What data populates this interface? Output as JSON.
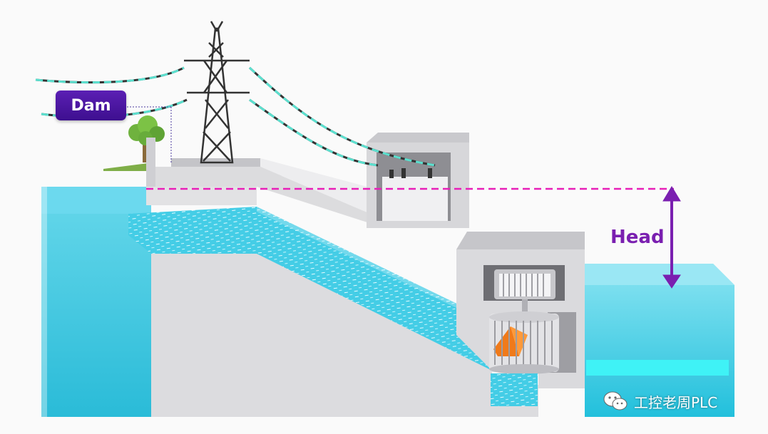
{
  "labels": {
    "dam": "Dam",
    "head": "Head"
  },
  "watermark": {
    "text": "工控老周PLC",
    "icon": "wechat-icon"
  },
  "colors": {
    "water": "#29c6e0",
    "water_light": "#7fe0f0",
    "concrete": "#d8d8da",
    "concrete_dark": "#b8b8bc",
    "label_purple": "#4a149e",
    "head_purple": "#7a1fb0",
    "dashed_line": "#e81fb8",
    "cable_teal": "#5be0cf",
    "turbine_orange": "#f07a1a"
  }
}
